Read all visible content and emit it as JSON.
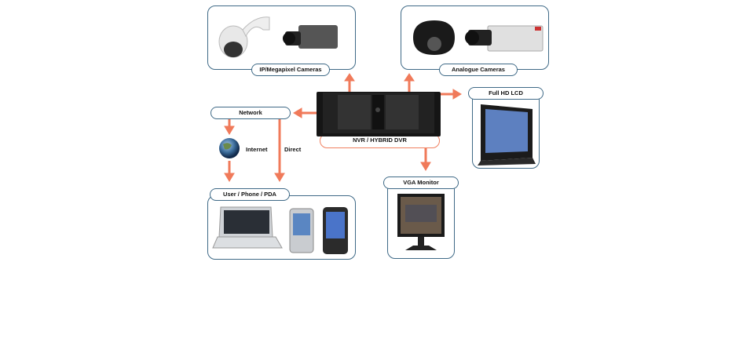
{
  "nodes": {
    "ip_cameras": {
      "label": "IP/Megapixel Cameras"
    },
    "analogue_cameras": {
      "label": "Analogue Cameras"
    },
    "nvr": {
      "label": "NVR / HYBRID DVR"
    },
    "full_hd_lcd": {
      "label": "Full HD LCD"
    },
    "network": {
      "label": "Network"
    },
    "internet": {
      "label": "Internet"
    },
    "direct": {
      "label": "Direct"
    },
    "user_devices": {
      "label": "User / Phone / PDA"
    },
    "vga_monitor": {
      "label": "VGA Monitor"
    }
  },
  "colors": {
    "arrow": "#f07a5a",
    "border": "#3f6a87"
  }
}
